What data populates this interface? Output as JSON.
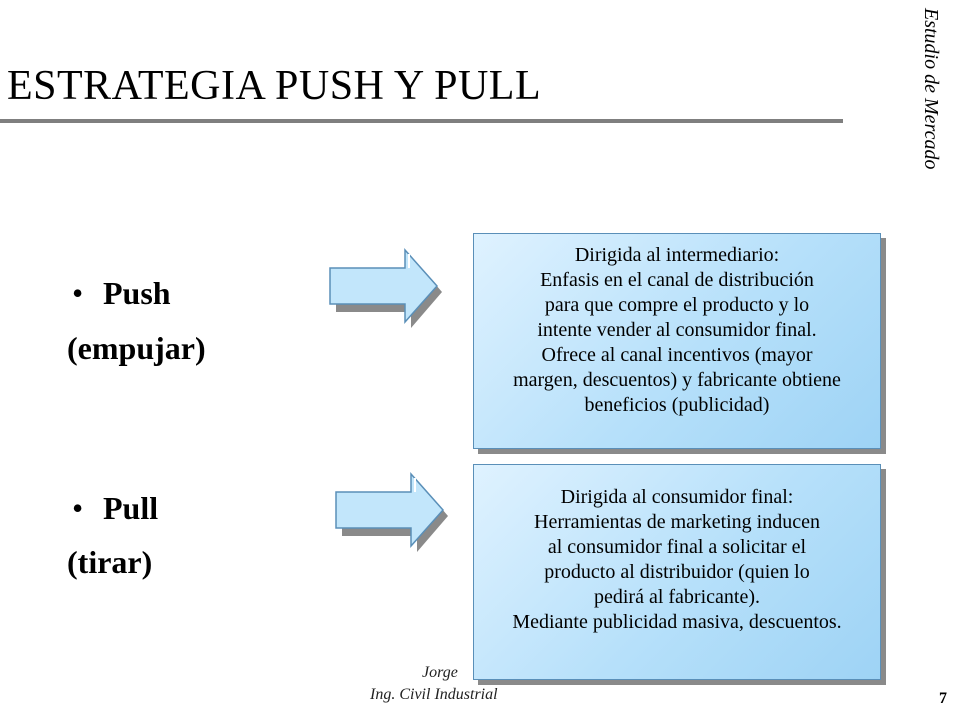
{
  "slide": {
    "title": "ESTRATEGIA PUSH Y PULL",
    "vertical_label": "Estudio de Mercado",
    "page_number": "7",
    "colors": {
      "box_fill": "#b6e0fa",
      "box_border": "#5a8fb8",
      "arrow_fill": "#c2e6fb",
      "title_rule": "#7f7f7f"
    }
  },
  "bullets": [
    {
      "bullet_glyph": "•",
      "label": "Push",
      "sublabel": "(empujar)"
    },
    {
      "bullet_glyph": "•",
      "label": "Pull",
      "sublabel": "(tirar)"
    }
  ],
  "boxes": [
    {
      "lines": [
        "Dirigida al intermediario:",
        "Enfasis en el canal de distribución",
        "para que compre el producto y lo",
        "intente vender al consumidor final.",
        "Ofrece al canal incentivos (mayor",
        "margen, descuentos) y fabricante obtiene",
        "beneficios (publicidad)"
      ]
    },
    {
      "lines": [
        "Dirigida al consumidor final:",
        "Herramientas de marketing inducen",
        "al consumidor final a solicitar el",
        "producto al distribuidor (quien lo",
        "pedirá al fabricante).",
        "Mediante publicidad masiva, descuentos."
      ]
    }
  ],
  "footer": {
    "line1": "Jorge",
    "line2": "Ing. Civil Industrial"
  }
}
